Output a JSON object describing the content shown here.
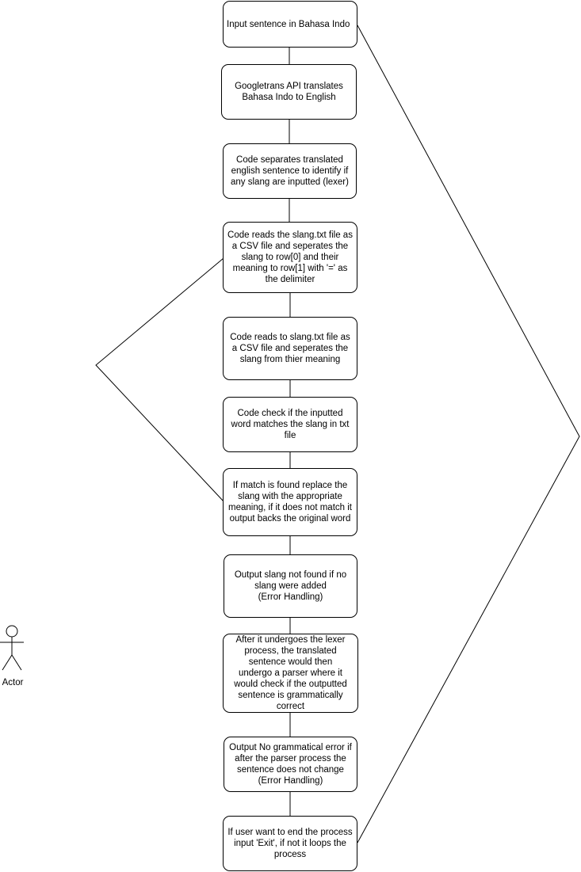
{
  "nodes": [
    {
      "id": "b0",
      "label": "Input sentence in Bahasa Indo"
    },
    {
      "id": "b1",
      "label": "Googletrans API translates\nBahasa Indo to English"
    },
    {
      "id": "b2",
      "label": "Code separates translated\nenglish sentence to identify if\nany slang are inputted (lexer)"
    },
    {
      "id": "b3",
      "label": "Code reads the slang.txt file as\na CSV file and seperates the\nslang to row[0] and their\nmeaning to row[1] with '=' as\nthe delimiter"
    },
    {
      "id": "b4",
      "label": "Code reads to slang.txt file as\na CSV file and seperates the\nslang from thier meaning"
    },
    {
      "id": "b5",
      "label": "Code check if the inputted\nword matches the slang in txt\nfile"
    },
    {
      "id": "b6",
      "label": "If match is found replace the\nslang with the appropriate\nmeaning, if it does not match it\noutput backs the original word"
    },
    {
      "id": "b7",
      "label": "Output slang not found if no\nslang were added\n(Error Handling)"
    },
    {
      "id": "b8",
      "label": "After it undergoes the lexer\nprocess, the translated\nsentence would then\nundergo a parser where it\nwould check if the outputted\nsentence is grammatically\ncorrect"
    },
    {
      "id": "b9",
      "label": "Output No grammatical error if\nafter the parser process the\nsentence does not change\n(Error Handling)"
    },
    {
      "id": "b10",
      "label": "If user want to end the process\ninput 'Exit', if not it loops the\nprocess"
    }
  ],
  "actor": {
    "label": "Actor"
  },
  "colors": {
    "stroke": "#000000",
    "background": "#ffffff",
    "text": "#000000"
  }
}
